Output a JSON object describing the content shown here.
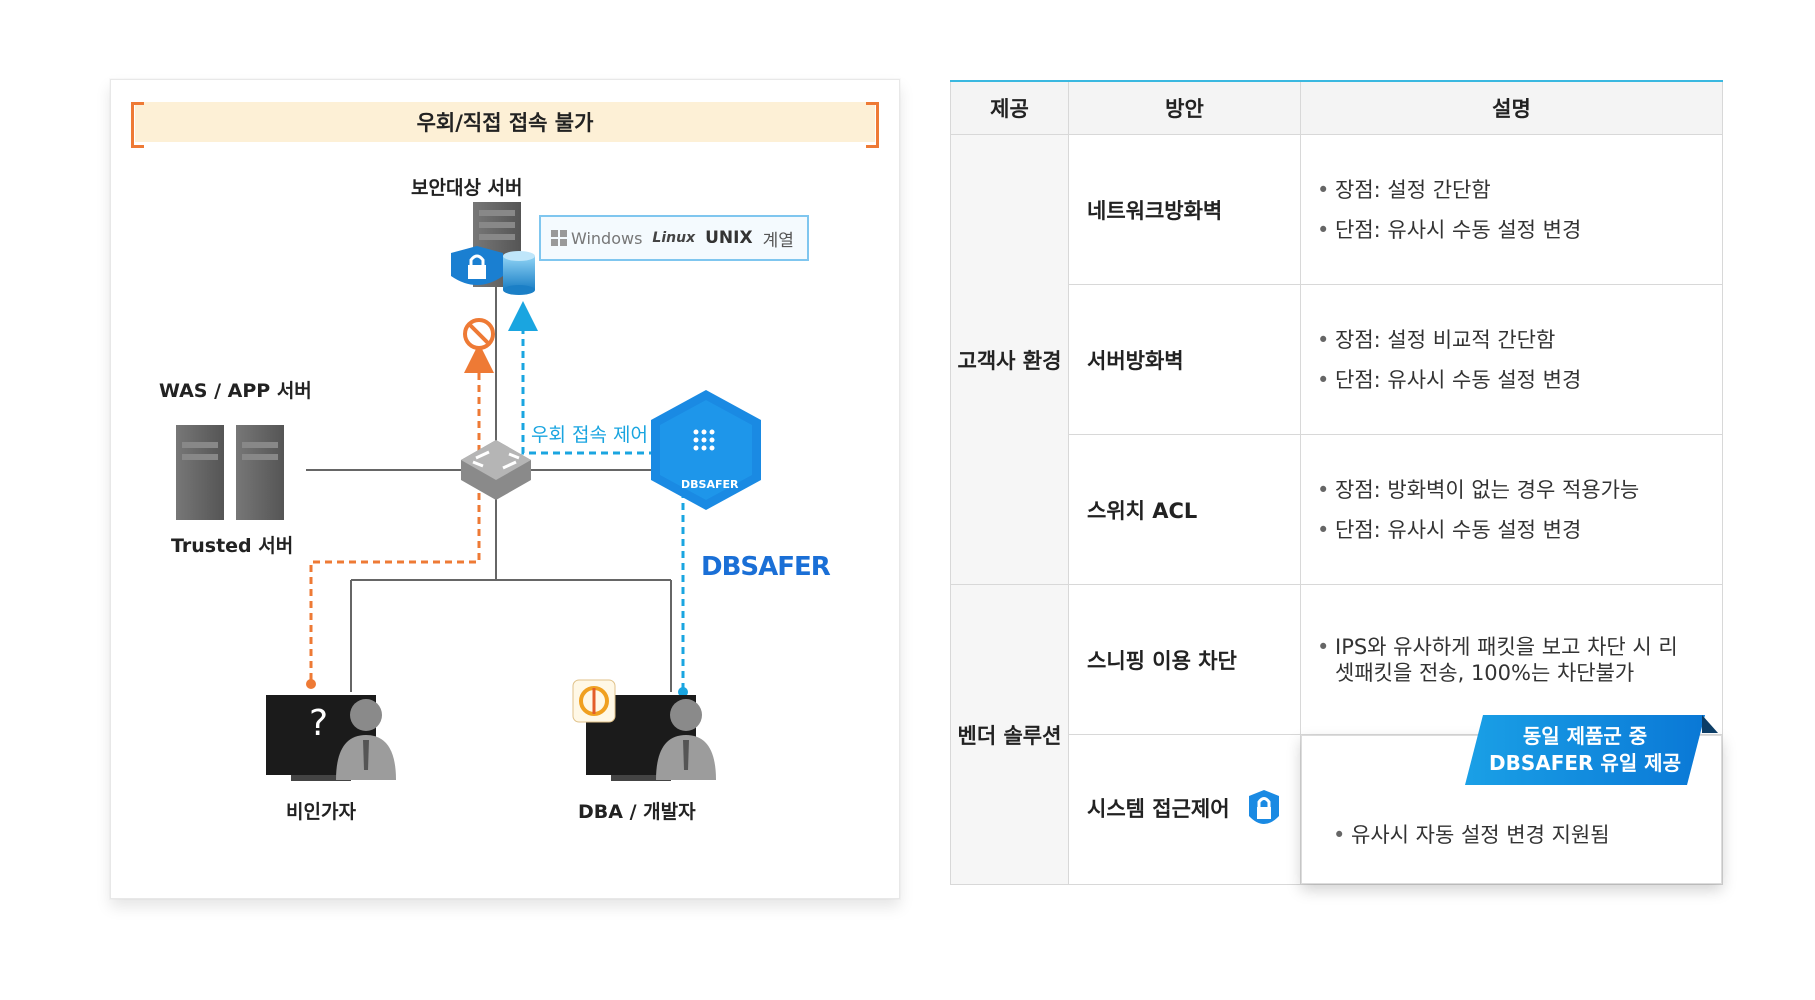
{
  "diagram": {
    "title": "우회/직접 접속 불가",
    "target_server_label": "보안대상 서버",
    "os_support": {
      "windows": "Windows",
      "linux": "Linux",
      "unix": "UNIX",
      "suffix": "계열"
    },
    "was_label": "WAS / APP 서버",
    "trusted_label": "Trusted 서버",
    "bypass_control_label": "우회 접속 제어",
    "dbsafer_badge_text": "DBSAFER",
    "dbsafer_logo_text": "DBSAFER",
    "unauthorized_label": "비인가자",
    "unauthorized_screen_mark": "?",
    "dba_label": "DBA / 개발자",
    "colors": {
      "blocked": "#ee7a35",
      "allowed": "#1aa5e0",
      "brand": "#1a6fd6"
    }
  },
  "table": {
    "headers": {
      "provider": "제공",
      "method": "방안",
      "description": "설명"
    },
    "groups": [
      {
        "provider": "고객사 환경",
        "rows": [
          {
            "method": "네트워크방화벽",
            "bullets": [
              "장점: 설정 간단함",
              "단점: 유사시 수동 설정 변경"
            ]
          },
          {
            "method": "서버방화벽",
            "bullets": [
              "장점: 설정 비교적 간단함",
              "단점: 유사시 수동 설정 변경"
            ]
          },
          {
            "method": "스위치 ACL",
            "bullets": [
              "장점: 방화벽이 없는 경우 적용가능",
              "단점: 유사시 수동 설정 변경"
            ]
          }
        ]
      },
      {
        "provider": "벤더 솔루션",
        "rows": [
          {
            "method": "스니핑 이용 차단",
            "bullets": [
              "IPS와 유사하게 패킷을 보고 차단 시 리셋패킷을 전송, 100%는 차단불가"
            ]
          },
          {
            "method": "시스템 접근제어",
            "bullets": [
              "유사시 자동 설정 변경 지원됨"
            ],
            "icon": "lock-icon"
          }
        ]
      }
    ],
    "ribbon": {
      "line1": "동일 제품군 중",
      "line2": "DBSAFER 유일 제공"
    }
  }
}
